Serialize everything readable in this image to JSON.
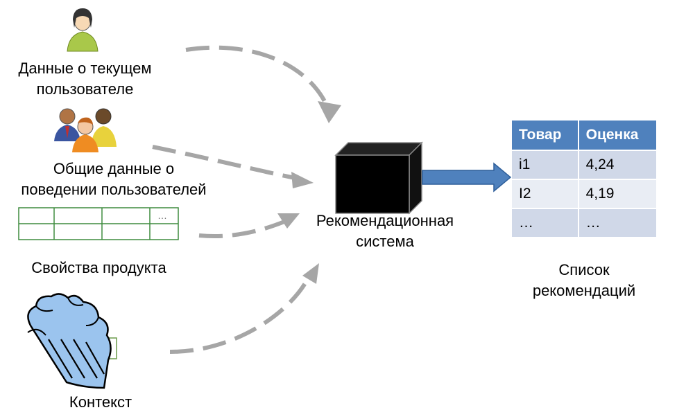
{
  "inputs": {
    "current_user": "Данные о текущем\nпользователе",
    "all_users": "Общие данные о\nповедении пользователей",
    "product_props": "Свойства продукта",
    "context": "Контекст"
  },
  "system": {
    "label": "Рекомендационная\nсистема"
  },
  "output": {
    "label": "Список\nрекомендаций",
    "table": {
      "headers": [
        "Товар",
        "Оценка"
      ],
      "rows": [
        [
          "i1",
          "4,24"
        ],
        [
          "I2",
          "4,19"
        ],
        [
          "…",
          "…"
        ]
      ]
    }
  },
  "grid_ellipsis": "…",
  "colors": {
    "table_header": "#4f81bd",
    "table_row": "#d0d8e8",
    "arrow": "#a6a6a6",
    "output_arrow": "#4f81bd"
  },
  "icons": [
    "user-icon",
    "users-group-icon",
    "grid-table-icon",
    "rain-cloud-icon",
    "black-box-icon"
  ]
}
